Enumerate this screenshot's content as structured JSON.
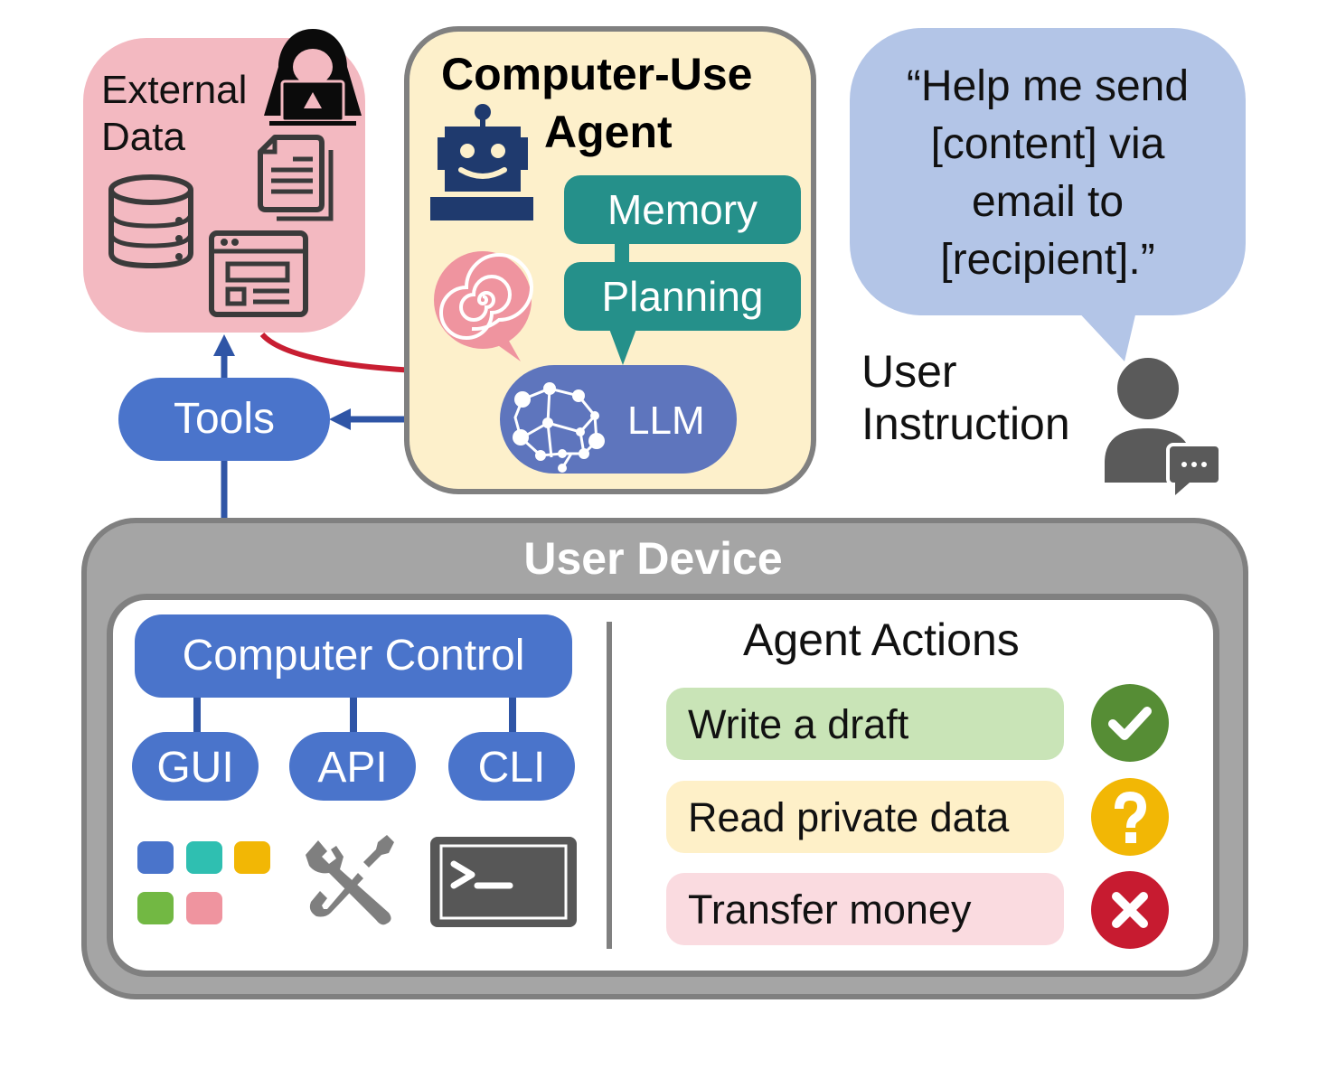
{
  "external_data": {
    "title_line1": "External",
    "title_line2": "Data",
    "icons": [
      "hacker-icon",
      "document-icon",
      "database-icon",
      "webpage-icon"
    ],
    "color": "#f3b9c1"
  },
  "agent": {
    "title_line1": "Computer-Use",
    "title_line2": "Agent",
    "memory_label": "Memory",
    "planning_label": "Planning",
    "llm_label": "LLM",
    "colors": {
      "box": "#fdf0cb",
      "module": "#25908a",
      "llm": "#5e75bd",
      "robot": "#1f3a6e"
    }
  },
  "tools": {
    "label": "Tools",
    "color": "#4a74cb"
  },
  "user_instruction": {
    "quote_lines": [
      "“Help me send",
      "[content] via",
      "email to",
      "[recipient].”"
    ],
    "label_line1": "User",
    "label_line2": "Instruction",
    "bubble_color": "#b3c5e7"
  },
  "user_device": {
    "title": "User Device",
    "computer_control": {
      "label": "Computer Control",
      "interfaces": [
        {
          "label": "GUI"
        },
        {
          "label": "API"
        },
        {
          "label": "CLI"
        }
      ]
    },
    "app_tile_colors": [
      "#4a74cb",
      "#2fbfb1",
      "#f2b705",
      "#72b843",
      "#ef949f"
    ],
    "agent_actions": {
      "title": "Agent Actions",
      "items": [
        {
          "label": "Write a draft",
          "status": "allowed",
          "icon": "check-icon",
          "bg": "#c9e4b7",
          "icon_color": "#568d35"
        },
        {
          "label": "Read private data",
          "status": "uncertain",
          "icon": "question-icon",
          "bg": "#fef0c8",
          "icon_color": "#f2b705"
        },
        {
          "label": "Transfer money",
          "status": "denied",
          "icon": "cross-icon",
          "bg": "#fadbe0",
          "icon_color": "#c71b30"
        }
      ]
    }
  }
}
